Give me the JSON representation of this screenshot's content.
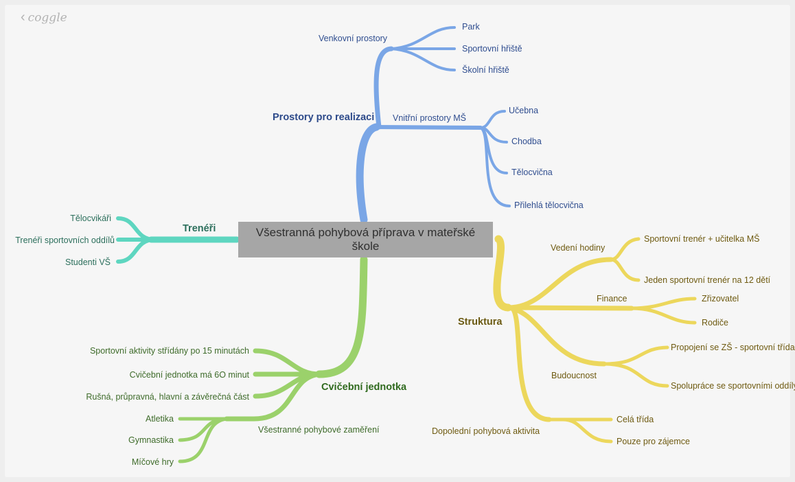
{
  "app": {
    "logo": "coggle",
    "back_icon": "chevron-left-icon"
  },
  "root": {
    "label": "Všestranná pohybová příprava v mateřské škole"
  },
  "colors": {
    "blue": "#7aa6e6",
    "blue_text": "#2f4d8f",
    "blue_main": "#2d4a8a",
    "teal": "#5ed6c0",
    "teal_text": "#2c6f5c",
    "green": "#9bd16b",
    "green_text": "#3e6b2a",
    "green_main": "#2f6a1e",
    "yellow": "#ecd75c",
    "yellow_text": "#6e5a10",
    "yellow_main": "#6b5a12"
  },
  "branches": {
    "prostory": {
      "label": "Prostory pro realizaci",
      "venkovni": {
        "label": "Venkovní prostory",
        "items": [
          "Park",
          "Sportovní hřiště",
          "Školní hřiště"
        ]
      },
      "vnitrni": {
        "label": "Vnitřní prostory MŠ",
        "items": [
          "Učebna",
          "Chodba",
          "Tělocvična",
          "Přilehlá tělocvična"
        ]
      }
    },
    "treneri": {
      "label": "Trenéři",
      "items": [
        "Tělocvikáři",
        "Trenéři sportovních oddílů",
        "Studenti VŠ"
      ]
    },
    "cvicebni": {
      "label": "Cvičební jednotka",
      "items": [
        "Sportovní aktivity střídány po 15 minutách",
        "Cvičební jednotka má 6O minut",
        "Rušná, průpravná, hlavní a závěrečná část"
      ],
      "zamereni": {
        "label": "Všestranné pohybové zaměření",
        "items": [
          "Atletika",
          "Gymnastika",
          "Míčové hry"
        ]
      }
    },
    "struktura": {
      "label": "Struktura",
      "vedeni": {
        "label": "Vedení hodiny",
        "items": [
          "Sportovní trenér + učitelka MŠ",
          "Jeden sportovní trenér na 12 dětí"
        ]
      },
      "finance": {
        "label": "Finance",
        "items": [
          "Zřizovatel",
          "Rodiče"
        ]
      },
      "budoucnost": {
        "label": "Budoucnost",
        "items": [
          "Propojení se ZŠ - sportovní třída",
          "Spolupráce se sportovními oddíly"
        ]
      },
      "dopoledni": {
        "label": "Dopolední pohybová aktivita",
        "items": [
          "Celá třída",
          "Pouze pro zájemce"
        ]
      }
    }
  }
}
